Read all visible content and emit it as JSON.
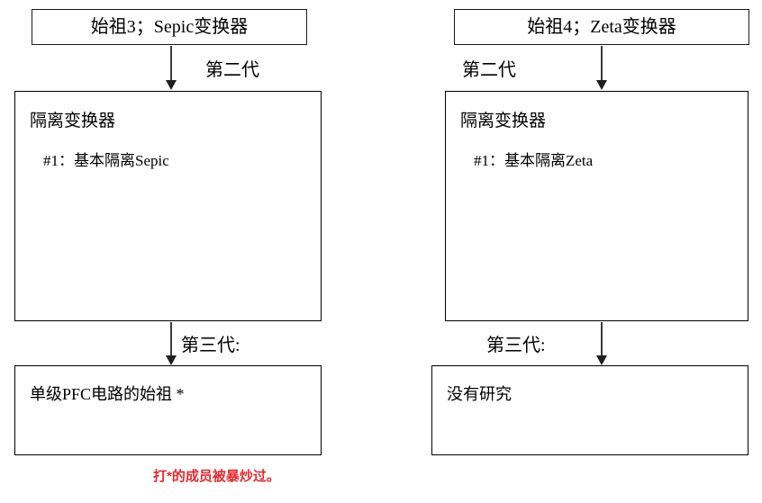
{
  "diagram": {
    "footnote": {
      "text": "打*的成员被暴炒过。",
      "color": "#e8282d"
    },
    "columns": [
      {
        "id": "sepic",
        "ancestor": {
          "label": "始祖3；Sepic变换器"
        },
        "edge_second": {
          "label": "第二代"
        },
        "stage": {
          "heading": "隔离变换器",
          "items": [
            "#1：基本隔离Sepic"
          ]
        },
        "edge_third": {
          "label": "第三代:"
        },
        "result": {
          "text": "单级PFC电路的始祖 *"
        }
      },
      {
        "id": "zeta",
        "ancestor": {
          "label": "始祖4；Zeta变换器"
        },
        "edge_second": {
          "label": "第二代"
        },
        "stage": {
          "heading": "隔离变换器",
          "items": [
            "#1：基本隔离Zeta"
          ]
        },
        "edge_third": {
          "label": "第三代:"
        },
        "result": {
          "text": "没有研究"
        }
      }
    ]
  }
}
